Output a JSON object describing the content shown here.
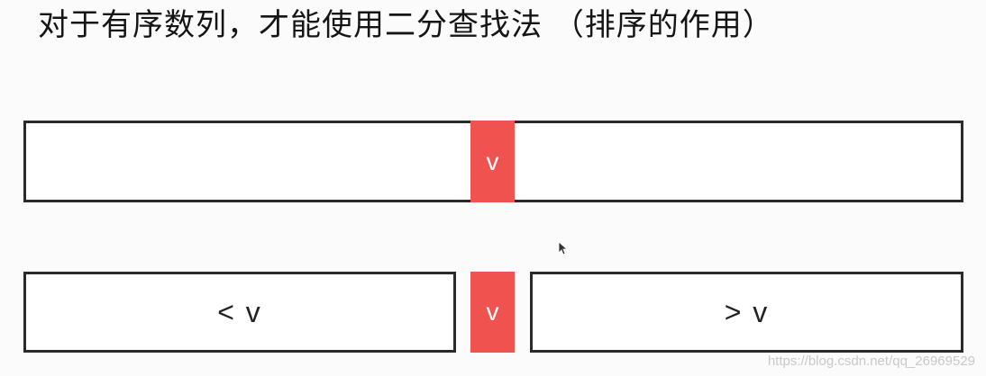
{
  "title": "对于有序数列，才能使用二分查找法 （排序的作用）",
  "diagram": {
    "pivot_label": "v",
    "left_label": "< v",
    "right_label": "> v",
    "pivot_color": "#f0524f",
    "border_color": "#2a2a2a"
  },
  "watermark": "https://blog.csdn.net/qq_26969529",
  "icons": {
    "cursor": "mouse-pointer-icon"
  }
}
